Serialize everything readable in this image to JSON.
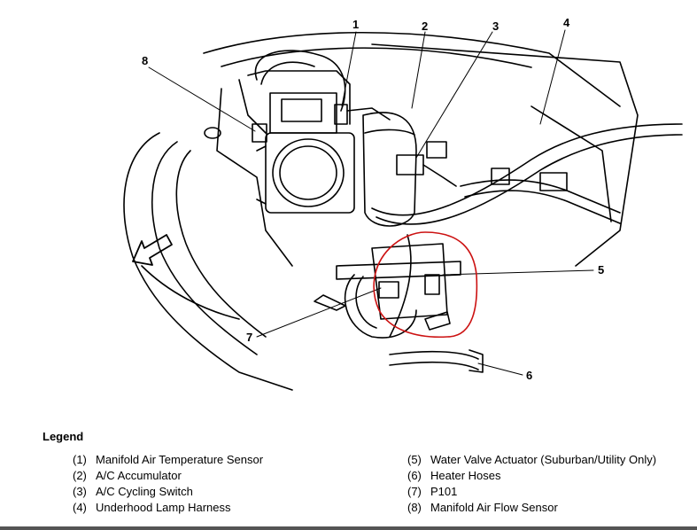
{
  "callouts": {
    "c1": "1",
    "c2": "2",
    "c3": "3",
    "c4": "4",
    "c5": "5",
    "c6": "6",
    "c7": "7",
    "c8": "8"
  },
  "legend": {
    "title": "Legend",
    "left": [
      {
        "num": "(1)",
        "label": "Manifold Air Temperature Sensor"
      },
      {
        "num": "(2)",
        "label": "A/C Accumulator"
      },
      {
        "num": "(3)",
        "label": "A/C Cycling Switch"
      },
      {
        "num": "(4)",
        "label": "Underhood Lamp Harness"
      }
    ],
    "right": [
      {
        "num": "(5)",
        "label": "Water Valve Actuator (Suburban/Utility Only)"
      },
      {
        "num": "(6)",
        "label": "Heater Hoses"
      },
      {
        "num": "(7)",
        "label": "P101"
      },
      {
        "num": "(8)",
        "label": "Manifold Air Flow Sensor"
      }
    ]
  },
  "colors": {
    "ink": "#000000",
    "highlight_circle": "#cc1111",
    "bottom_bar": "#555555"
  }
}
